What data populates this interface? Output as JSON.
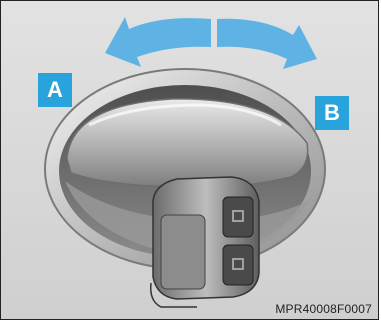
{
  "labels": {
    "a": "A",
    "b": "B"
  },
  "caption": "MPR40008F0007",
  "colors": {
    "background": "#d7d7d7",
    "arrow": "#5fb3e4",
    "label_box": "#29a3dc",
    "label_text": "#ffffff"
  },
  "icons": {
    "left_arrow": "curved-arrow-left-icon",
    "right_arrow": "curved-arrow-right-icon",
    "key": "smart-key-fob-icon"
  }
}
